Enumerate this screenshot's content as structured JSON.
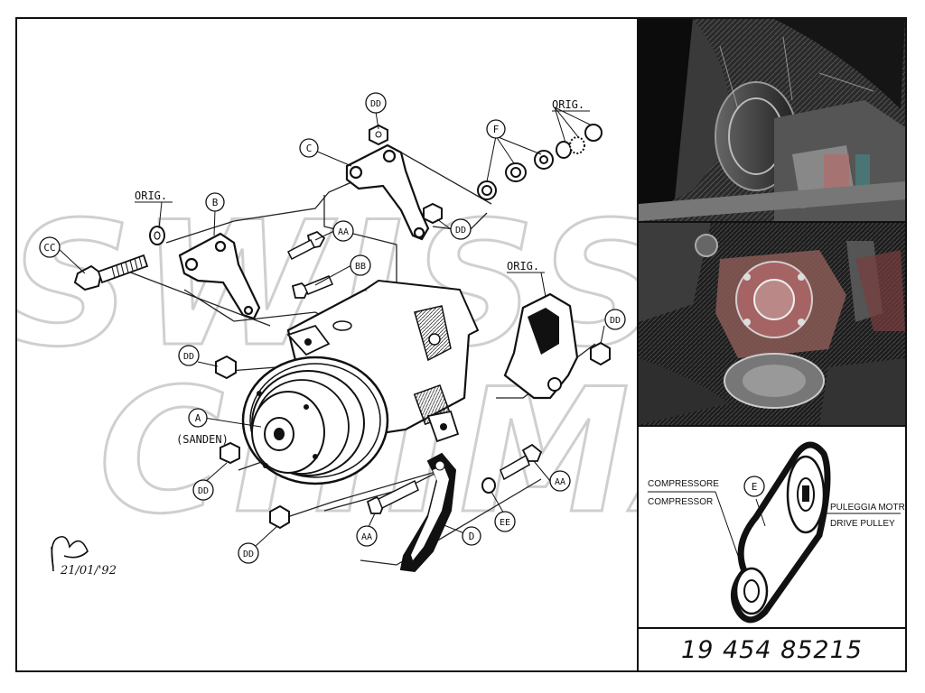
{
  "watermark": {
    "line1": "SWISS",
    "line2": "CHIMAI"
  },
  "callouts": {
    "A": "A",
    "B": "B",
    "C": "C",
    "D": "D",
    "E": "E",
    "F": "F",
    "AA": "AA",
    "BB": "BB",
    "CC": "CC",
    "DD": "DD",
    "EE": "EE"
  },
  "labels": {
    "orig": "ORIG.",
    "sanden": "(SANDEN)",
    "signature_date": "21/01/'92"
  },
  "belt_diagram": {
    "compressor_it": "COMPRESSORE",
    "compressor_en": "COMPRESSOR",
    "drive_pulley_it": "PULEGGIA MOTRICE",
    "drive_pulley_en": "DRIVE PULLEY"
  },
  "part_number": "19 454 85215"
}
